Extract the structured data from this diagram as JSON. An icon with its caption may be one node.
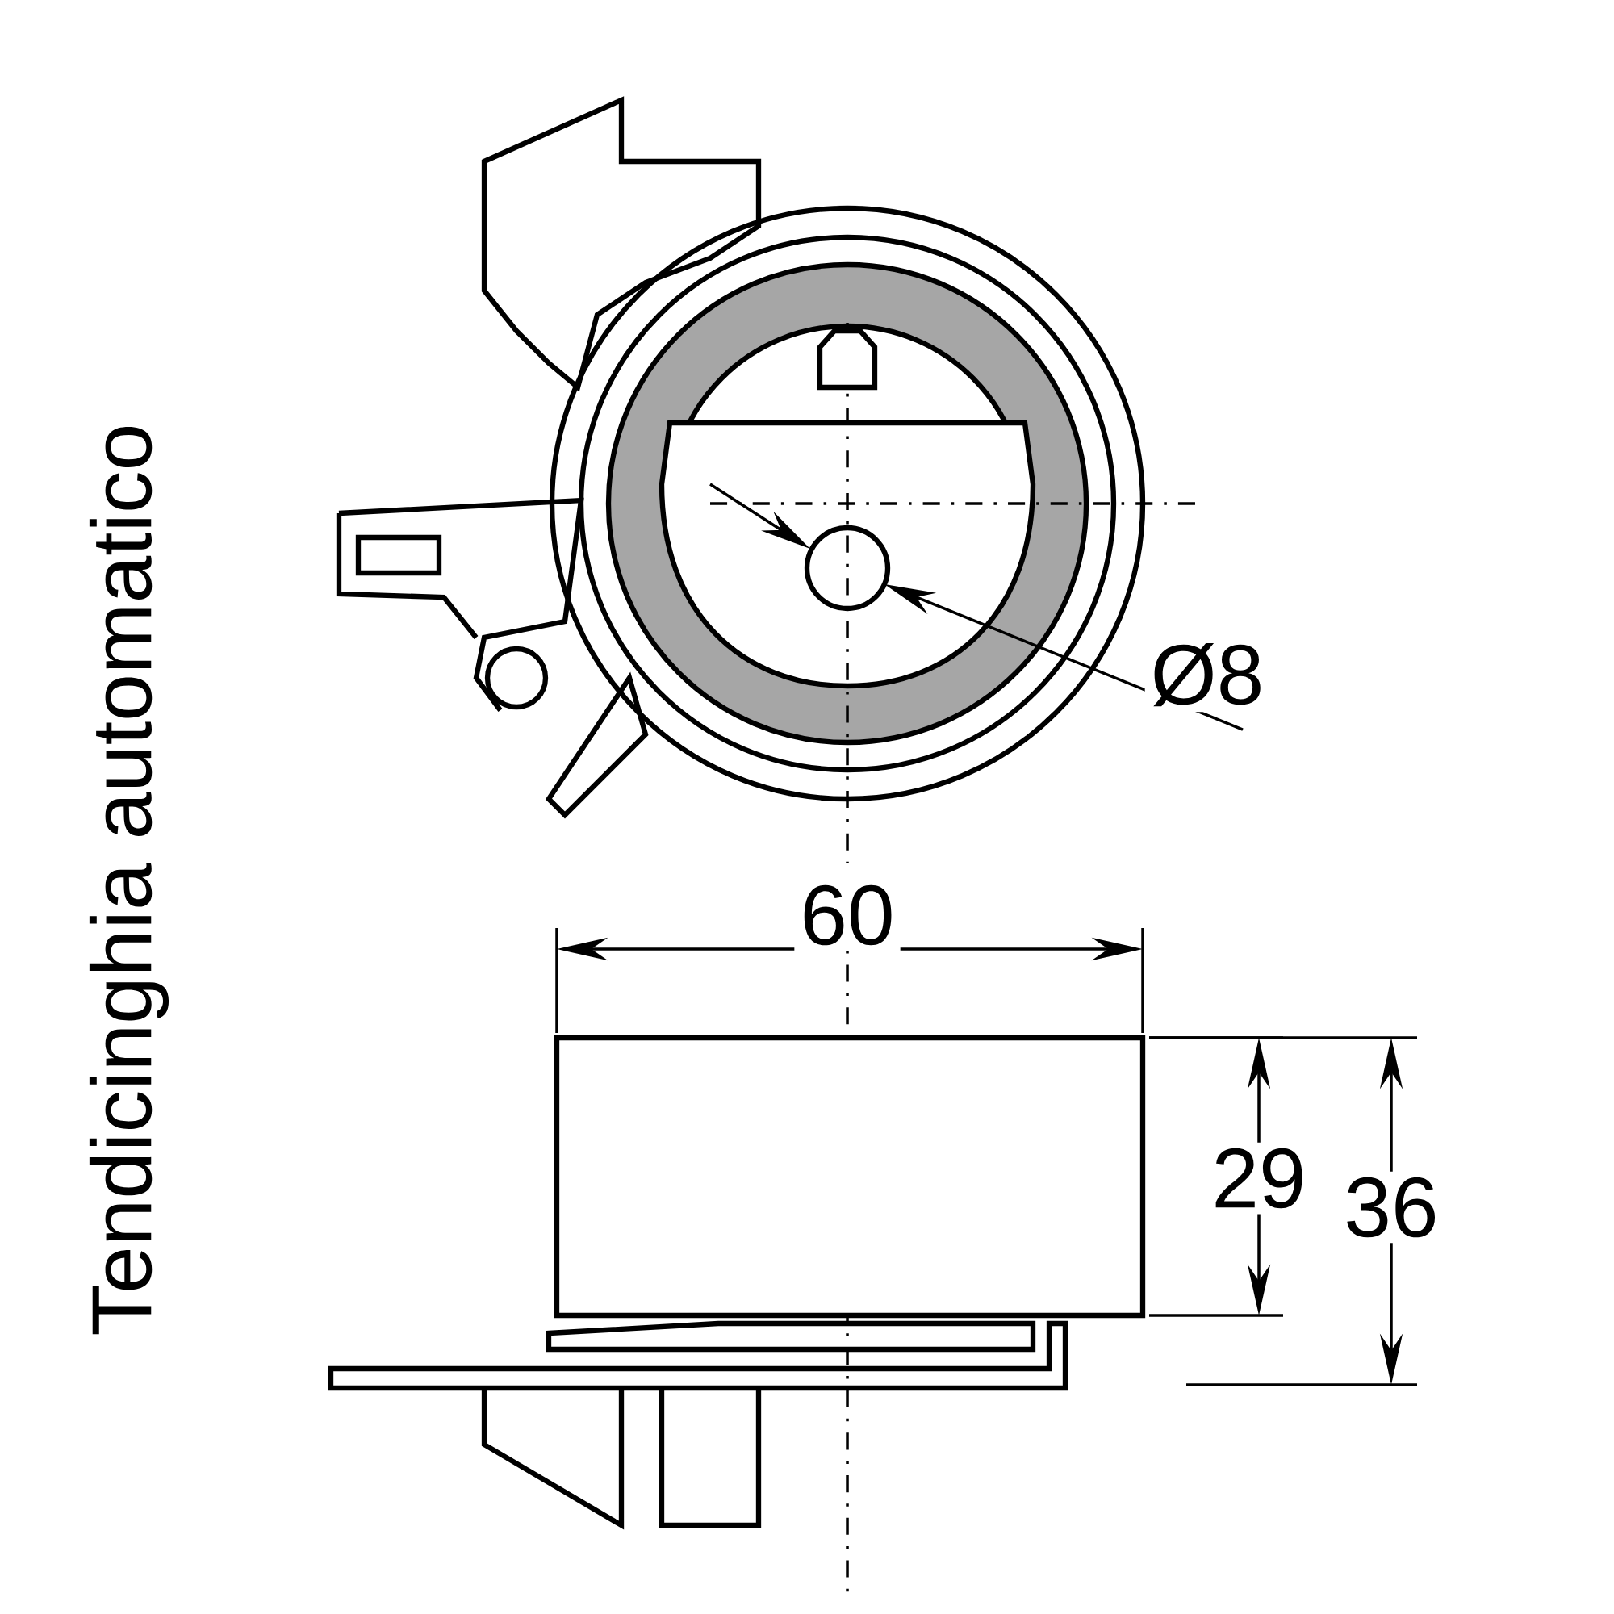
{
  "diagram": {
    "title": "Tendicinghia automatico",
    "labels": [
      "Ø8",
      "60",
      "29",
      "36"
    ]
  }
}
